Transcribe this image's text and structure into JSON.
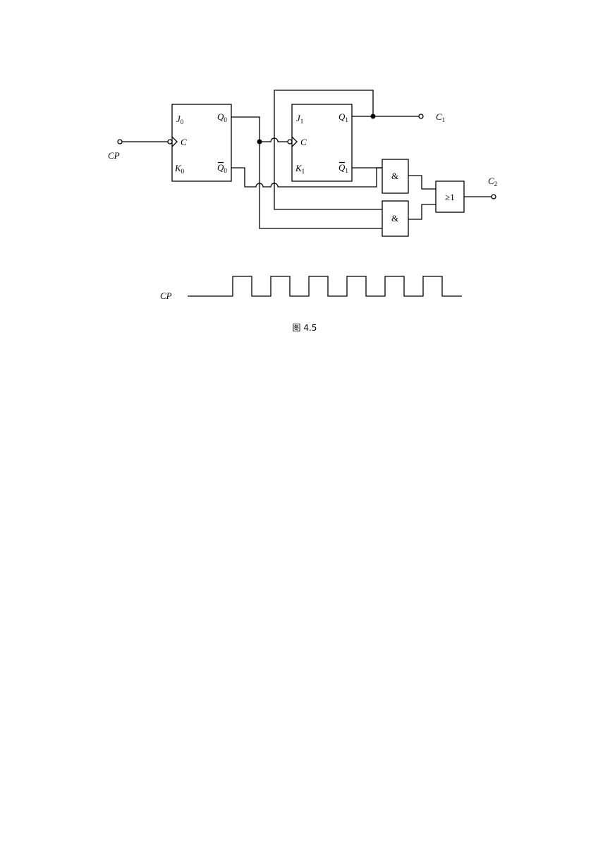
{
  "figure": {
    "caption": "图 4.5"
  },
  "ff0": {
    "j": "J",
    "j_sub": "0",
    "c": "C",
    "k": "K",
    "k_sub": "0",
    "q": "Q",
    "q_sub": "0",
    "qbar": "Q",
    "qbar_sub": "0"
  },
  "ff1": {
    "j": "J",
    "j_sub": "1",
    "c": "C",
    "k": "K",
    "k_sub": "1",
    "q": "Q",
    "q_sub": "1",
    "qbar": "Q",
    "qbar_sub": "1"
  },
  "gates": {
    "and_top": "&",
    "and_bottom": "&",
    "or": "≥1"
  },
  "terminals": {
    "cp_in": "CP",
    "c1": "C",
    "c1_sub": "1",
    "c2": "C",
    "c2_sub": "2"
  },
  "waveform": {
    "label": "CP",
    "pulses": 6
  }
}
